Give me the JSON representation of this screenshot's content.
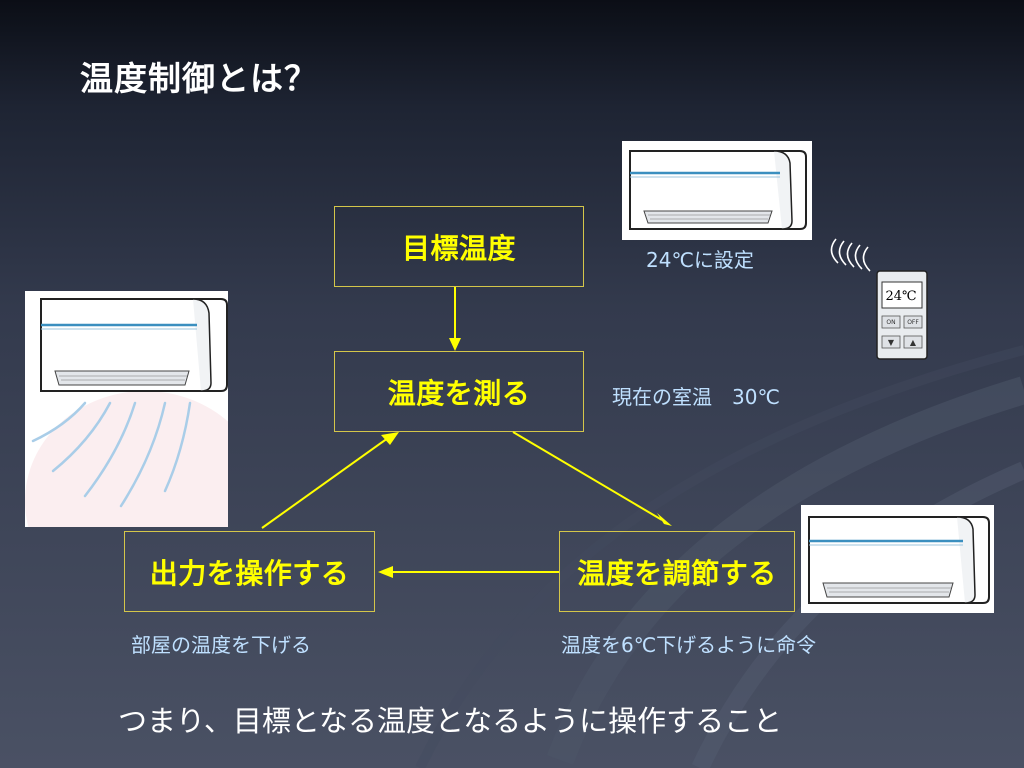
{
  "slide": {
    "title": "温度制御とは？",
    "summary": "つまり、目標となる温度となるように操作すること"
  },
  "flow": {
    "target": "目標温度",
    "measure": "温度を測る",
    "adjust": "温度を調節する",
    "operate": "出力を操作する"
  },
  "notes": {
    "setpoint": "24℃に設定",
    "current": "現在の室温　30℃",
    "command": "温度を6℃下げるように命令",
    "lower": "部屋の温度を下げる"
  },
  "remote": {
    "display": "24℃",
    "on_label": "ON",
    "off_label": "OFF",
    "down_symbol": "▼",
    "up_symbol": "▲"
  },
  "icons": {
    "aircon": "air-conditioner-icon",
    "remote": "remote-control-icon",
    "signal": "wireless-signal-icon",
    "airflow": "airflow-icon",
    "arrow": "arrow-icon"
  },
  "colors": {
    "flow_text": "#ffff00",
    "flow_border": "#d4c64a",
    "note_text": "#bfe0ff",
    "arrow": "#ffff00",
    "ac_stripe": "#3b8fbf"
  }
}
